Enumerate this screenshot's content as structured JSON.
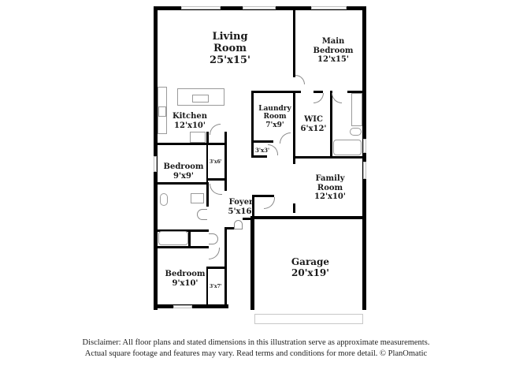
{
  "floorplan": {
    "rooms": [
      {
        "id": "living-room",
        "name": "Living Room",
        "name_line1": "Living",
        "name_line2": "Room",
        "dimensions": "25'x15'"
      },
      {
        "id": "main-bedroom",
        "name": "Main Bedroom",
        "name_line1": "Main",
        "name_line2": "Bedroom",
        "dimensions": "12'x15'"
      },
      {
        "id": "kitchen",
        "name": "Kitchen",
        "dimensions": "12'x10'"
      },
      {
        "id": "laundry-room",
        "name": "Laundry Room",
        "name_line1": "Laundry",
        "name_line2": "Room",
        "dimensions": "7'x9'"
      },
      {
        "id": "wic",
        "name": "WIC",
        "dimensions": "6'x12'"
      },
      {
        "id": "closet-laundry",
        "name": "",
        "dimensions": "3'x3'"
      },
      {
        "id": "bedroom-2",
        "name": "Bedroom",
        "dimensions": "9'x9'"
      },
      {
        "id": "closet-bedroom-2",
        "name": "",
        "dimensions": "3'x6'"
      },
      {
        "id": "family-room",
        "name": "Family Room",
        "name_line1": "Family",
        "name_line2": "Room",
        "dimensions": "12'x10'"
      },
      {
        "id": "foyer",
        "name": "Foyer",
        "dimensions": "5'x16'"
      },
      {
        "id": "garage",
        "name": "Garage",
        "dimensions": "20'x19'"
      },
      {
        "id": "bedroom-3",
        "name": "Bedroom",
        "dimensions": "9'x10'"
      },
      {
        "id": "closet-bedroom-3",
        "name": "",
        "dimensions": "3'x7'"
      }
    ]
  },
  "disclaimer": {
    "line1": "Disclaimer: All floor plans and stated dimensions in this illustration serve as approximate measurements.",
    "line2": "Actual square footage and features may vary. Read terms and conditions for more detail. © PlanOmatic"
  }
}
